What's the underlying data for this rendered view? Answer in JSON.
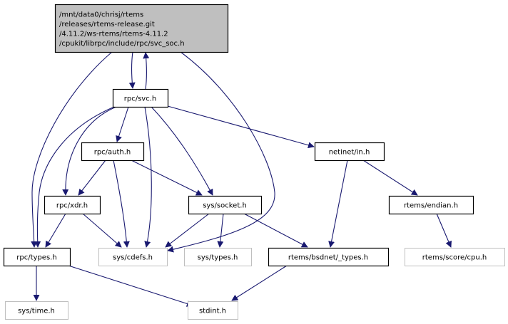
{
  "diagram": {
    "type": "include-dependency-graph",
    "colors": {
      "edge": "#191970",
      "root_fill": "#bfbfbf",
      "root_border": "#000000",
      "node_border": "#000000",
      "external_border": "#bfbfbf",
      "fill": "#ffffff"
    },
    "nodes": [
      {
        "id": "root",
        "lines": [
          "/mnt/data0/chrisj/rtems",
          "/releases/rtems-release.git",
          "/4.11.2/ws-rtems/rtems-4.11.2",
          "/cpukit/librpc/include/rpc/svc_soc.h"
        ],
        "kind": "root"
      },
      {
        "id": "svc",
        "lines": [
          "rpc/svc.h"
        ],
        "kind": "documented"
      },
      {
        "id": "auth",
        "lines": [
          "rpc/auth.h"
        ],
        "kind": "documented"
      },
      {
        "id": "netinet_in",
        "lines": [
          "netinet/in.h"
        ],
        "kind": "documented"
      },
      {
        "id": "xdr",
        "lines": [
          "rpc/xdr.h"
        ],
        "kind": "documented"
      },
      {
        "id": "socket",
        "lines": [
          "sys/socket.h"
        ],
        "kind": "documented"
      },
      {
        "id": "endian",
        "lines": [
          "rtems/endian.h"
        ],
        "kind": "documented"
      },
      {
        "id": "types",
        "lines": [
          "rpc/types.h"
        ],
        "kind": "documented"
      },
      {
        "id": "cdefs",
        "lines": [
          "sys/cdefs.h"
        ],
        "kind": "external"
      },
      {
        "id": "systypes",
        "lines": [
          "sys/types.h"
        ],
        "kind": "external"
      },
      {
        "id": "bsdnet_types",
        "lines": [
          "rtems/bsdnet/_types.h"
        ],
        "kind": "documented"
      },
      {
        "id": "cpu",
        "lines": [
          "rtems/score/cpu.h"
        ],
        "kind": "external"
      },
      {
        "id": "time",
        "lines": [
          "sys/time.h"
        ],
        "kind": "external"
      },
      {
        "id": "stdint",
        "lines": [
          "stdint.h"
        ],
        "kind": "external"
      }
    ],
    "edges": [
      {
        "from": "root",
        "to": "svc"
      },
      {
        "from": "svc",
        "to": "root"
      },
      {
        "from": "root",
        "to": "types"
      },
      {
        "from": "root",
        "to": "cdefs"
      },
      {
        "from": "svc",
        "to": "auth"
      },
      {
        "from": "svc",
        "to": "netinet_in"
      },
      {
        "from": "svc",
        "to": "xdr"
      },
      {
        "from": "svc",
        "to": "types"
      },
      {
        "from": "svc",
        "to": "cdefs"
      },
      {
        "from": "svc",
        "to": "socket"
      },
      {
        "from": "auth",
        "to": "xdr"
      },
      {
        "from": "auth",
        "to": "cdefs"
      },
      {
        "from": "auth",
        "to": "socket"
      },
      {
        "from": "xdr",
        "to": "types"
      },
      {
        "from": "xdr",
        "to": "cdefs"
      },
      {
        "from": "socket",
        "to": "cdefs"
      },
      {
        "from": "socket",
        "to": "systypes"
      },
      {
        "from": "socket",
        "to": "bsdnet_types"
      },
      {
        "from": "netinet_in",
        "to": "bsdnet_types"
      },
      {
        "from": "netinet_in",
        "to": "endian"
      },
      {
        "from": "endian",
        "to": "cpu"
      },
      {
        "from": "types",
        "to": "time"
      },
      {
        "from": "types",
        "to": "stdint"
      },
      {
        "from": "bsdnet_types",
        "to": "stdint"
      }
    ]
  }
}
